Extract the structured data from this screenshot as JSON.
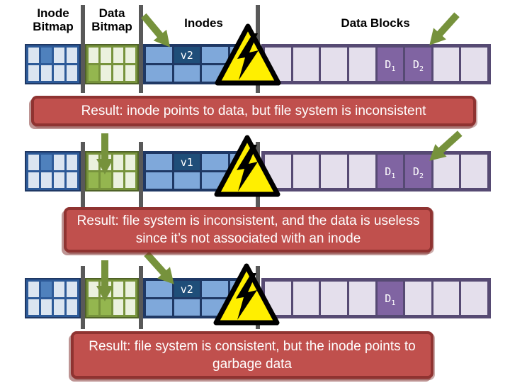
{
  "icons": {
    "warning": "yellow-triangle-with-lightning-bolt",
    "arrow": "thick-green-arrow"
  },
  "colors": {
    "banner_fill": "#C0504D",
    "banner_border": "#8F3331",
    "banner_text": "#FFFFFF",
    "arrow_green": "#76923C",
    "warning_yellow": "#FFEF00",
    "divider_gray": "#595959",
    "bitmap_blue_light": "#DBE5F1",
    "bitmap_blue_dark": "#4F81BD",
    "bitmap_green_light": "#EBF1DE",
    "bitmap_green_dark": "#94B64F",
    "inode_cell": "#7FA8DA",
    "inode_cell_dark": "#1F4E79",
    "datablock_light": "#E4DFEC",
    "datablock_dark": "#8064A2"
  },
  "header": {
    "inode_bitmap_line1": "Inode",
    "inode_bitmap_line2": "Bitmap",
    "data_bitmap_line1": "Data",
    "data_bitmap_line2": "Bitmap",
    "inodes": "Inodes",
    "data_blocks": "Data Blocks"
  },
  "rows": [
    {
      "inode_bitmap": [
        0,
        1,
        0,
        0,
        0,
        0,
        0,
        0
      ],
      "data_bitmap": [
        0,
        0,
        0,
        0,
        1,
        0,
        0,
        0
      ],
      "inodes": [
        0,
        1,
        0,
        0,
        0,
        0,
        0,
        0
      ],
      "inode_version_label": "v2",
      "data_blocks": [
        null,
        null,
        null,
        null,
        {
          "label": "D",
          "sub": "1"
        },
        {
          "label": "D",
          "sub": "2"
        },
        null,
        null
      ]
    },
    {
      "inode_bitmap": [
        0,
        1,
        0,
        0,
        0,
        0,
        0,
        0
      ],
      "data_bitmap": [
        0,
        0,
        0,
        0,
        1,
        1,
        0,
        0
      ],
      "inodes": [
        0,
        1,
        0,
        0,
        0,
        0,
        0,
        0
      ],
      "inode_version_label": "v1",
      "data_blocks": [
        null,
        null,
        null,
        null,
        {
          "label": "D",
          "sub": "1"
        },
        {
          "label": "D",
          "sub": "2"
        },
        null,
        null
      ]
    },
    {
      "inode_bitmap": [
        0,
        1,
        0,
        0,
        0,
        0,
        0,
        0
      ],
      "data_bitmap": [
        0,
        0,
        0,
        0,
        1,
        1,
        0,
        0
      ],
      "inodes": [
        0,
        1,
        0,
        0,
        0,
        0,
        0,
        0
      ],
      "inode_version_label": "v2",
      "data_blocks": [
        null,
        null,
        null,
        null,
        {
          "label": "D",
          "sub": "1"
        },
        null,
        null,
        null
      ]
    }
  ],
  "banners": [
    {
      "text": "Result: inode points to data, but file system is inconsistent"
    },
    {
      "text": "Result: file system is inconsistent, and the data is useless since it’s not associated with an inode"
    },
    {
      "text": "Result: file system is consistent, but the inode points to garbage data"
    }
  ]
}
